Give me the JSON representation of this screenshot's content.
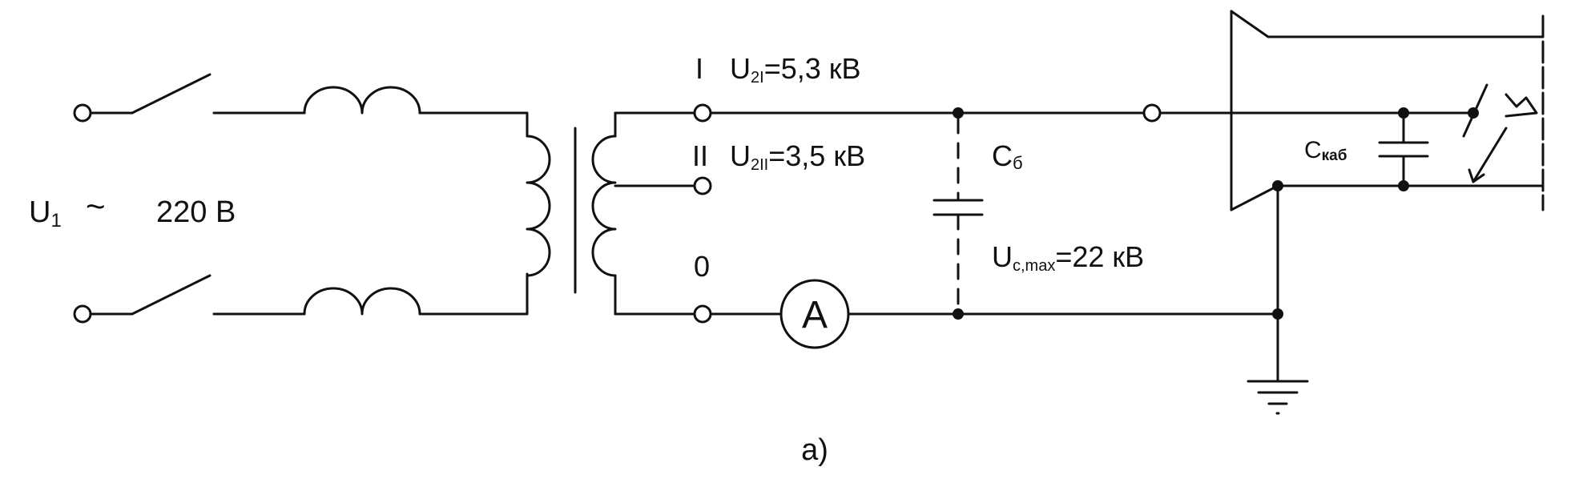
{
  "source": {
    "u1_label": "U",
    "u1_sub": "1",
    "symbol": "~",
    "voltage": "220 В"
  },
  "taps": [
    {
      "roman": "I",
      "u": "U",
      "sub": "2I",
      "value": "=5,3 кВ"
    },
    {
      "roman": "II",
      "u": "U",
      "sub": "2II",
      "value": "=3,5 кВ"
    },
    {
      "roman": "0"
    }
  ],
  "ammeter": {
    "label": "A"
  },
  "capacitor": {
    "label": "C",
    "sub": "б",
    "u": "U",
    "u_sub": "c,max",
    "value": "=22 кВ"
  },
  "cable": {
    "label": "C",
    "sub": "каб"
  },
  "caption": "а)"
}
